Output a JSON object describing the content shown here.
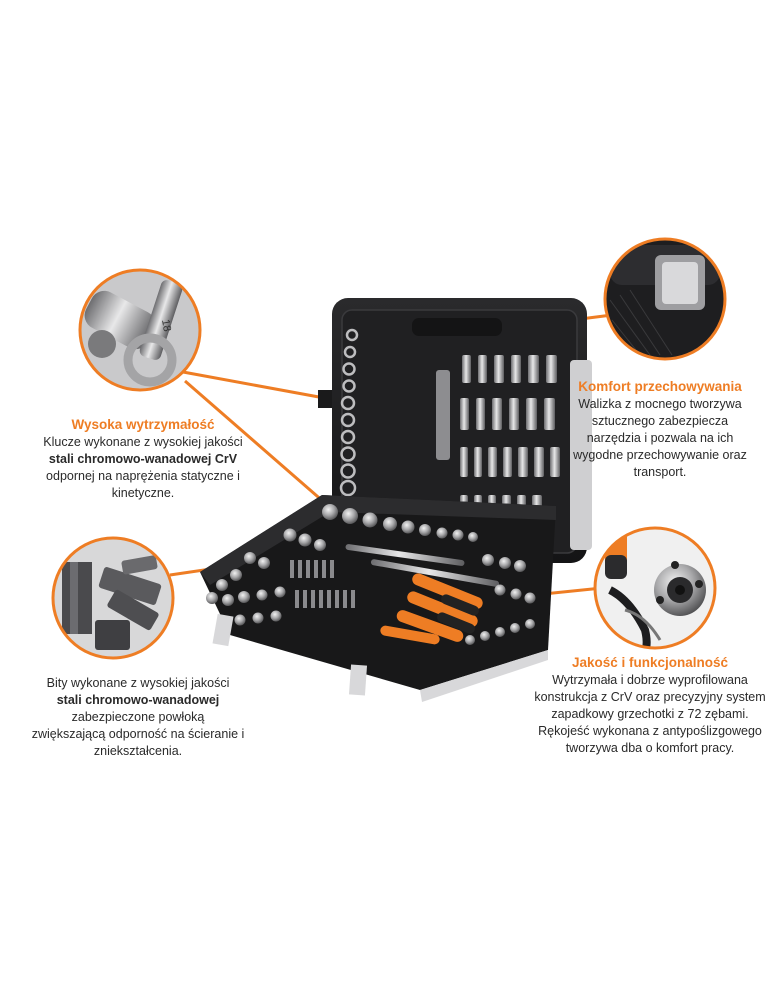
{
  "colors": {
    "accent": "#ee7d24",
    "case": "#1c1c1e",
    "text": "#2a2a2a"
  },
  "features": [
    {
      "id": "strength",
      "title": "Wysoka wytrzymałość",
      "lines": [
        "Klucze wykonane z wysokiej jakości",
        "stali chromowo-wanadowej CrV",
        "odpornej na naprężenia statyczne i",
        "kinetyczne."
      ],
      "icon": "combination-wrench-photo-icon"
    },
    {
      "id": "storage",
      "title": "Komfort przechowywania",
      "lines": [
        "Walizka z mocnego tworzywa",
        "sztucznego zabezpiecza",
        "narzędzia i pozwala na ich",
        "wygodne przechowywanie oraz",
        "transport."
      ],
      "icon": "case-closeup-photo-icon"
    },
    {
      "id": "bits",
      "title": "",
      "lines": [
        "Bity wykonane z wysokiej jakości",
        "stali chromowo-wanadowej",
        "zabezpieczone powłoką",
        "zwiększającą odporność na ścieranie i",
        "zniekształcenia."
      ],
      "icon": "hex-bits-photo-icon"
    },
    {
      "id": "quality",
      "title": "Jakość i funkcjonalność",
      "lines": [
        "Wytrzymała i dobrze wyprofilowana",
        "konstrukcja z CrV oraz precyzyjny system",
        "zapadkowy grzechotki z 72 zębami.",
        "Rękojeść wykonana z antypoślizgowego",
        "tworzywa dba o komfort pracy."
      ],
      "icon": "ratchet-head-photo-icon"
    }
  ],
  "product_label": "18"
}
